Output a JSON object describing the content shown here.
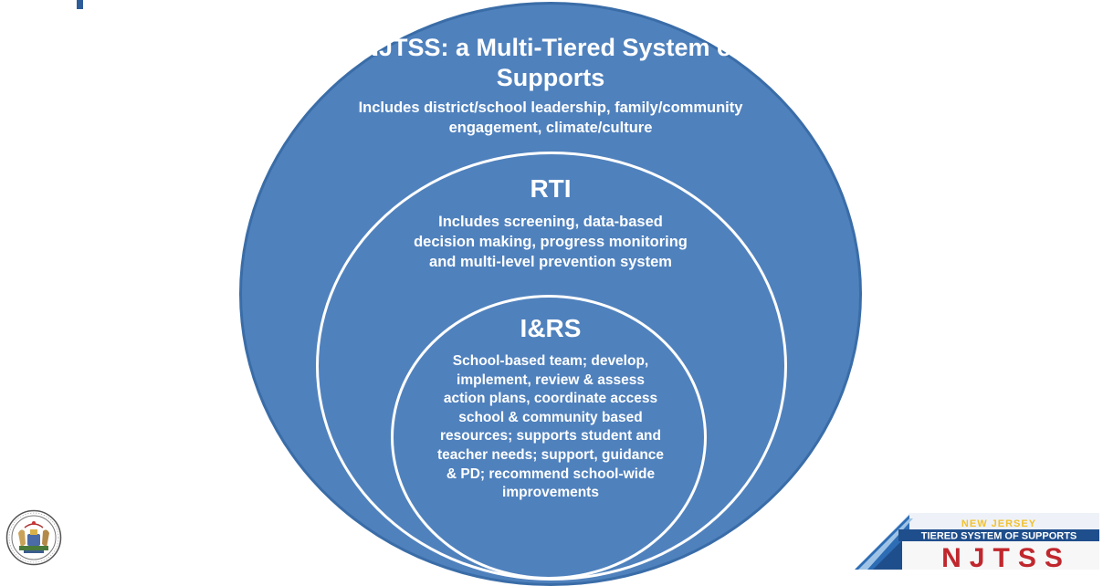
{
  "diagram": {
    "outer": {
      "title": "NJTSS: a Multi-Tiered System of Supports",
      "description": "Includes district/school leadership, family/community engagement, climate/culture"
    },
    "middle": {
      "title": "RTI",
      "description": "Includes screening, data-based decision making, progress monitoring and multi-level prevention system"
    },
    "inner": {
      "title": "I&RS",
      "description": "School-based team; develop, implement, review & assess action plans, coordinate access school & community based resources; supports student and teacher needs; support, guidance & PD; recommend school-wide improvements"
    }
  },
  "logo": {
    "line1": "NEW JERSEY",
    "line2": "TIERED SYSTEM OF SUPPORTS",
    "wordmark": "NJTSS"
  },
  "colors": {
    "circle_fill": "#4f81bd",
    "circle_border": "#3a6da8",
    "logo_yellow": "#f2c12e",
    "logo_red": "#c0272d",
    "logo_blue": "#1f4e8c"
  },
  "icons": {
    "seal": "state-seal-icon"
  }
}
